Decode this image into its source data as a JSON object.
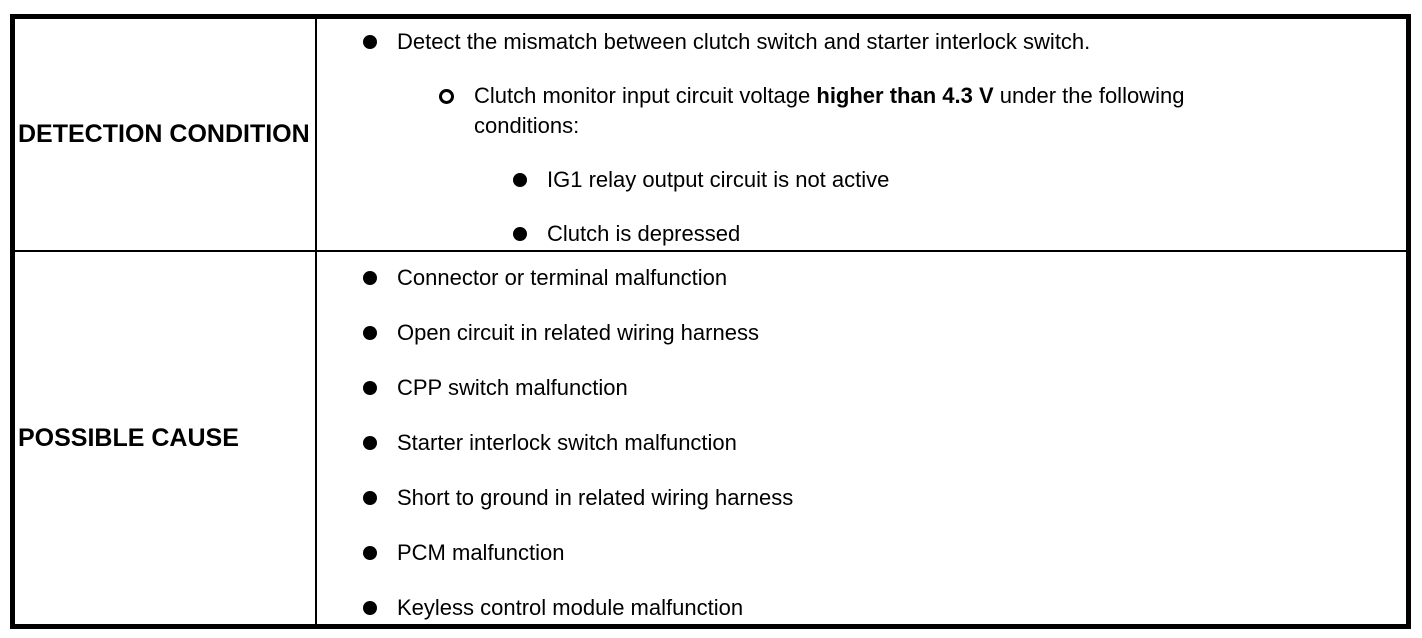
{
  "table": {
    "rows": [
      {
        "header": "DETECTION CONDITION",
        "items": [
          {
            "level": 1,
            "marker": "filled-bullet",
            "text": "Detect the mismatch between clutch switch and starter interlock switch."
          },
          {
            "level": 2,
            "marker": "hollow-bullet",
            "prefix": "Clutch monitor input circuit voltage ",
            "bold": "higher than 4.3 V",
            "suffix": " under the following conditions:"
          },
          {
            "level": 3,
            "marker": "filled-bullet",
            "text": "IG1 relay output circuit is not active"
          },
          {
            "level": 3,
            "marker": "filled-bullet",
            "text": "Clutch is depressed"
          }
        ]
      },
      {
        "header": "POSSIBLE CAUSE",
        "items": [
          {
            "level": 1,
            "marker": "filled-bullet",
            "text": "Connector or terminal malfunction"
          },
          {
            "level": 1,
            "marker": "filled-bullet",
            "text": "Open circuit in related wiring harness"
          },
          {
            "level": 1,
            "marker": "filled-bullet",
            "text": "CPP switch malfunction"
          },
          {
            "level": 1,
            "marker": "filled-bullet",
            "text": "Starter interlock switch malfunction"
          },
          {
            "level": 1,
            "marker": "filled-bullet",
            "text": "Short to ground in related wiring harness"
          },
          {
            "level": 1,
            "marker": "filled-bullet",
            "text": "PCM malfunction"
          },
          {
            "level": 1,
            "marker": "filled-bullet",
            "text": "Keyless control module malfunction"
          }
        ]
      }
    ]
  },
  "colors": {
    "border": "#000000",
    "text": "#000000",
    "background": "#ffffff"
  }
}
